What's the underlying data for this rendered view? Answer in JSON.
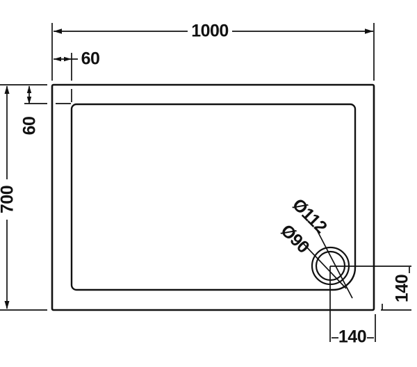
{
  "drawing": {
    "background": "#ffffff",
    "line_color": "#111111",
    "dimensions": {
      "overall_width": "1000",
      "overall_depth": "700",
      "top_inset": "60",
      "left_inset": "60",
      "waste_offset_right": "140",
      "waste_offset_bottom": "140",
      "waste_outer_diameter": "Ø112",
      "waste_inner_diameter": "Ø90"
    }
  }
}
